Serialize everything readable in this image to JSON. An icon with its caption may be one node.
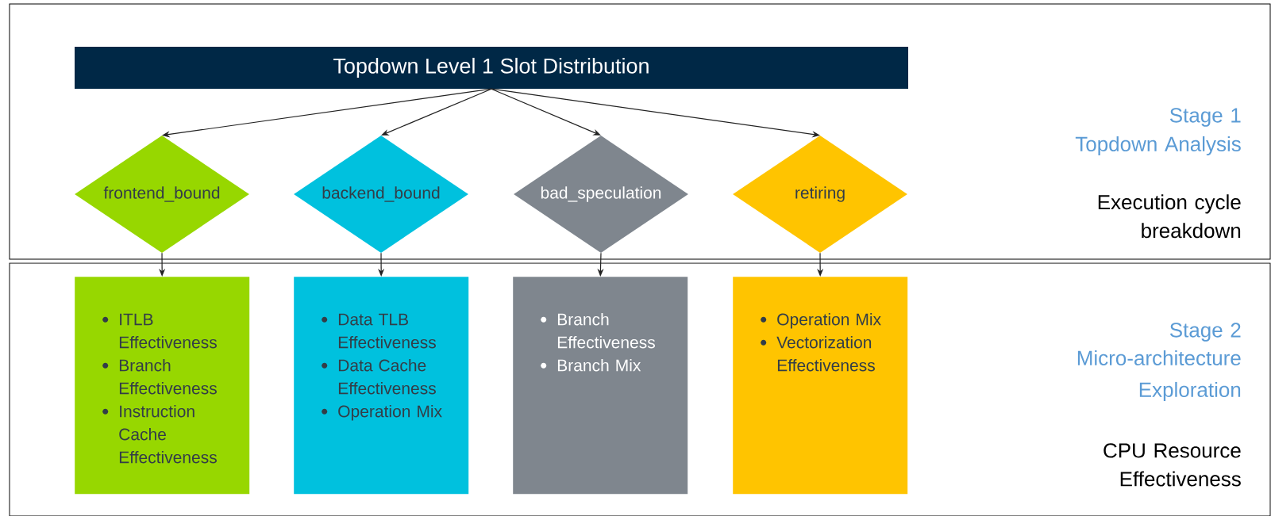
{
  "diagram": {
    "nodes": [
      {
        "text": [
          "Stage 1",
          "Topdown Analysis",
          "Execution cycle breakdown"
        ]
      },
      {
        "text": [
          "Topdown Level 1 Slot Distribution"
        ],
        "in": 0
      },
      {
        "text": [
          "frontend_bound"
        ],
        "in": 0
      },
      {
        "text": [
          "backend_bound"
        ],
        "in": 0
      },
      {
        "text": [
          "bad_speculation"
        ],
        "in": 0
      },
      {
        "text": [
          "retiring"
        ],
        "in": 0
      },
      {
        "text": [
          "Stage 2",
          "Micro-architecture Exploration",
          "CPU Resource Effectiveness"
        ]
      },
      {
        "text": [
          "ITLB Effectiveness",
          "Branch Effectiveness",
          "Instruction Cache Effectiveness"
        ],
        "in": 6
      },
      {
        "text": [
          "Data TLB Effectiveness",
          "Data Cache Effectiveness",
          "Operation Mix"
        ],
        "in": 6
      },
      {
        "text": [
          "Branch Effectiveness",
          "Branch Mix"
        ],
        "in": 6
      },
      {
        "text": [
          "Operation Mix",
          "Vectorization Effectiveness"
        ],
        "in": 6
      }
    ],
    "edges": [
      {
        "from": 1,
        "to": 2,
        "arrow": "to"
      },
      {
        "from": 1,
        "to": 3,
        "arrow": "to"
      },
      {
        "from": 1,
        "to": 4,
        "arrow": "to"
      },
      {
        "from": 1,
        "to": 5,
        "arrow": "to"
      },
      {
        "from": 2,
        "to": 7,
        "arrow": "to"
      },
      {
        "from": 3,
        "to": 8,
        "arrow": "to"
      },
      {
        "from": 4,
        "to": 9,
        "arrow": "to"
      },
      {
        "from": 5,
        "to": 10,
        "arrow": "to"
      }
    ]
  }
}
